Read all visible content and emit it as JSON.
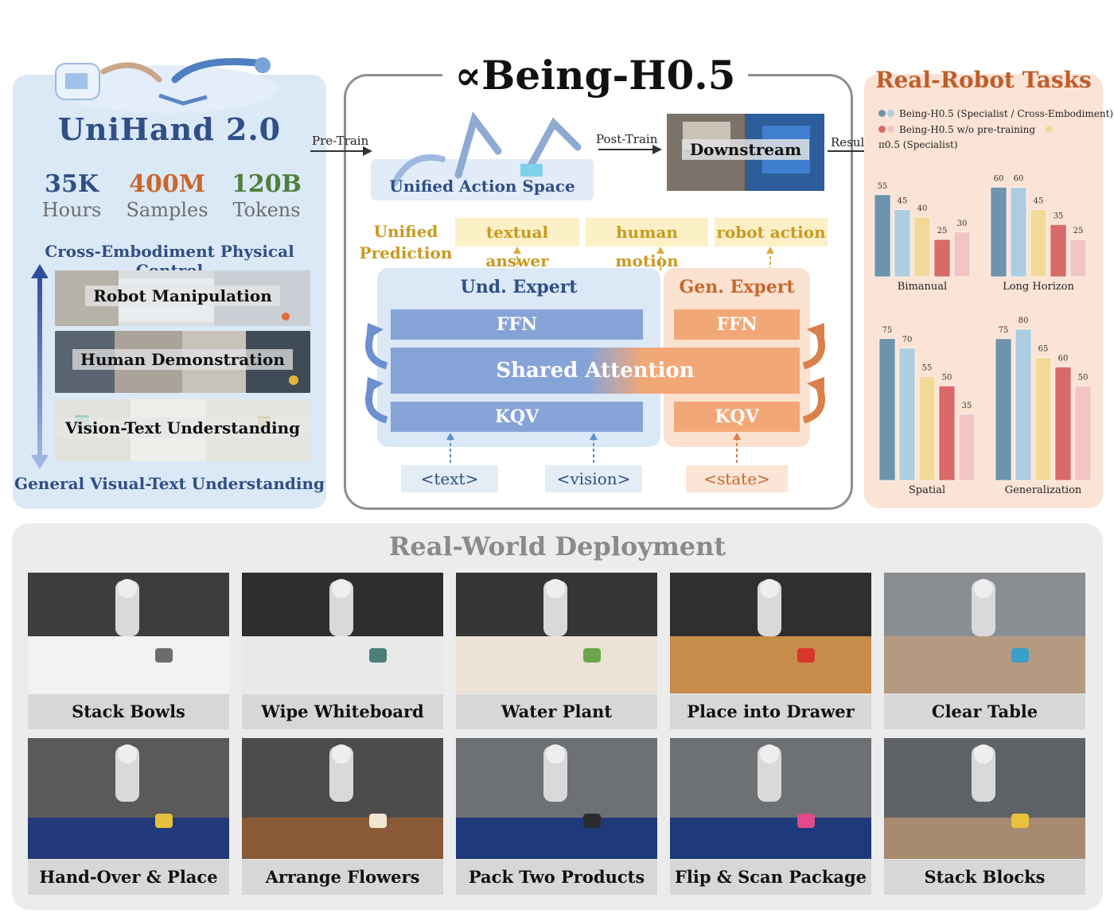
{
  "unihand": {
    "title": "UniHand 2.0",
    "stats": [
      {
        "value": "35K",
        "label": "Hours",
        "color": "#2f4f86"
      },
      {
        "value": "400M",
        "label": "Samples",
        "color": "#c8672d"
      },
      {
        "value": "120B",
        "label": "Tokens",
        "color": "#4f7f3a"
      }
    ],
    "top_label": "Cross-Embodiment Physical Control",
    "bottom_label": "General Visual-Text Understanding",
    "strips": [
      "Robot Manipulation",
      "Human Demonstration",
      "Vision-Text Understanding"
    ]
  },
  "center": {
    "title": "Being-H0.5",
    "title_symbol": "∝",
    "pretrain_label": "Pre-Train",
    "posttrain_label": "Post-Train",
    "results_label": "Results",
    "action_space_label": "Unified Action Space",
    "downstream_label": "Downstream",
    "unified_prediction": "Unified Prediction",
    "outputs": [
      "textual answer",
      "human motion",
      "robot action"
    ],
    "und_expert": "Und. Expert",
    "gen_expert": "Gen. Expert",
    "ffn": "FFN",
    "shared_attention": "Shared Attention",
    "kqv": "KQV",
    "inputs": [
      "<text>",
      "<vision>",
      "<state>"
    ]
  },
  "results": {
    "title": "Real-Robot Tasks",
    "legend": [
      {
        "text": "Being-H0.5 (Specialist / Cross-Embodiment)",
        "colors": [
          "#6d93ad",
          "#aecde0"
        ]
      },
      {
        "text": "Being-H0.5 w/o pre-training",
        "colors": [
          "#d86a6a",
          "#f2c4c4"
        ]
      },
      {
        "text": "π0.5 (Specialist)",
        "colors": [
          "#f3d998"
        ]
      }
    ]
  },
  "chart_data": [
    {
      "type": "bar",
      "title": "Bimanual",
      "values": [
        55,
        45,
        40,
        25,
        30
      ],
      "series": [
        "Being-H0.5 (Specialist)",
        "Being-H0.5 (Cross-Embodiment)",
        "π0.5 (Specialist)",
        "Being-H0.5 w/o pre-training",
        "Being-H0.5 w/o pre-training"
      ],
      "colors": [
        "#6d93ad",
        "#aecde0",
        "#f3d998",
        "#d86a6a",
        "#f2c4c4"
      ],
      "ylim": [
        0,
        80
      ]
    },
    {
      "type": "bar",
      "title": "Long Horizon",
      "values": [
        60,
        60,
        45,
        35,
        25
      ],
      "series": [
        "Being-H0.5 (Specialist)",
        "Being-H0.5 (Cross-Embodiment)",
        "π0.5 (Specialist)",
        "Being-H0.5 w/o pre-training",
        "Being-H0.5 w/o pre-training"
      ],
      "colors": [
        "#6d93ad",
        "#aecde0",
        "#f3d998",
        "#d86a6a",
        "#f2c4c4"
      ],
      "ylim": [
        0,
        80
      ]
    },
    {
      "type": "bar",
      "title": "Spatial",
      "values": [
        75,
        70,
        55,
        50,
        35
      ],
      "series": [
        "Being-H0.5 (Specialist)",
        "Being-H0.5 (Cross-Embodiment)",
        "π0.5 (Specialist)",
        "Being-H0.5 w/o pre-training",
        "Being-H0.5 w/o pre-training"
      ],
      "colors": [
        "#6d93ad",
        "#aecde0",
        "#f3d998",
        "#d86a6a",
        "#f2c4c4"
      ],
      "ylim": [
        0,
        80
      ]
    },
    {
      "type": "bar",
      "title": "Generalization",
      "values": [
        75,
        80,
        65,
        60,
        50
      ],
      "series": [
        "Being-H0.5 (Specialist)",
        "Being-H0.5 (Cross-Embodiment)",
        "π0.5 (Specialist)",
        "Being-H0.5 w/o pre-training",
        "Being-H0.5 w/o pre-training"
      ],
      "colors": [
        "#6d93ad",
        "#aecde0",
        "#f3d998",
        "#d86a6a",
        "#f2c4c4"
      ],
      "ylim": [
        0,
        80
      ]
    }
  ],
  "deployment": {
    "title": "Real-World Deployment",
    "tasks": [
      "Stack Bowls",
      "Wipe Whiteboard",
      "Water Plant",
      "Place into Drawer",
      "Clear Table",
      "Hand-Over & Place",
      "Arrange Flowers",
      "Pack Two Products",
      "Flip & Scan Package",
      "Stack Blocks"
    ]
  }
}
